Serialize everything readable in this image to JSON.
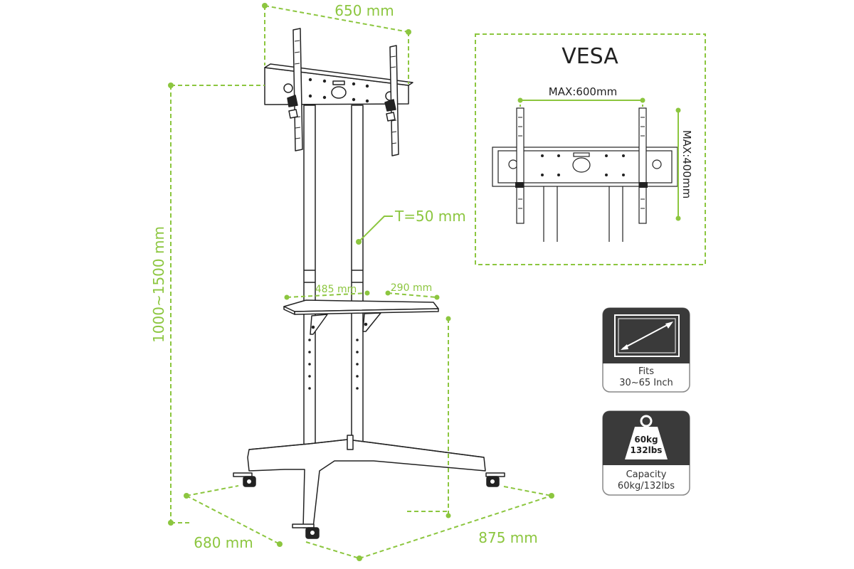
{
  "dimensions": {
    "top_width": "650 mm",
    "height": "1000~1500 mm",
    "tube": "T=50 mm",
    "shelf_width": "485 mm",
    "shelf_depth": "290 mm",
    "base_depth": "680 mm",
    "base_width": "875 mm"
  },
  "vesa": {
    "title": "VESA",
    "max_width": "MAX:600mm",
    "max_height": "MAX:400mm"
  },
  "specs": {
    "fits": {
      "line1": "Fits",
      "line2": "30~65 Inch"
    },
    "capacity": {
      "badge_line1": "60kg",
      "badge_line2": "132lbs",
      "line1": "Capacity",
      "line2": "60kg/132lbs"
    }
  },
  "colors": {
    "accent": "#8cc63f",
    "line": "#222222",
    "card_dark": "#3a3a3a"
  }
}
